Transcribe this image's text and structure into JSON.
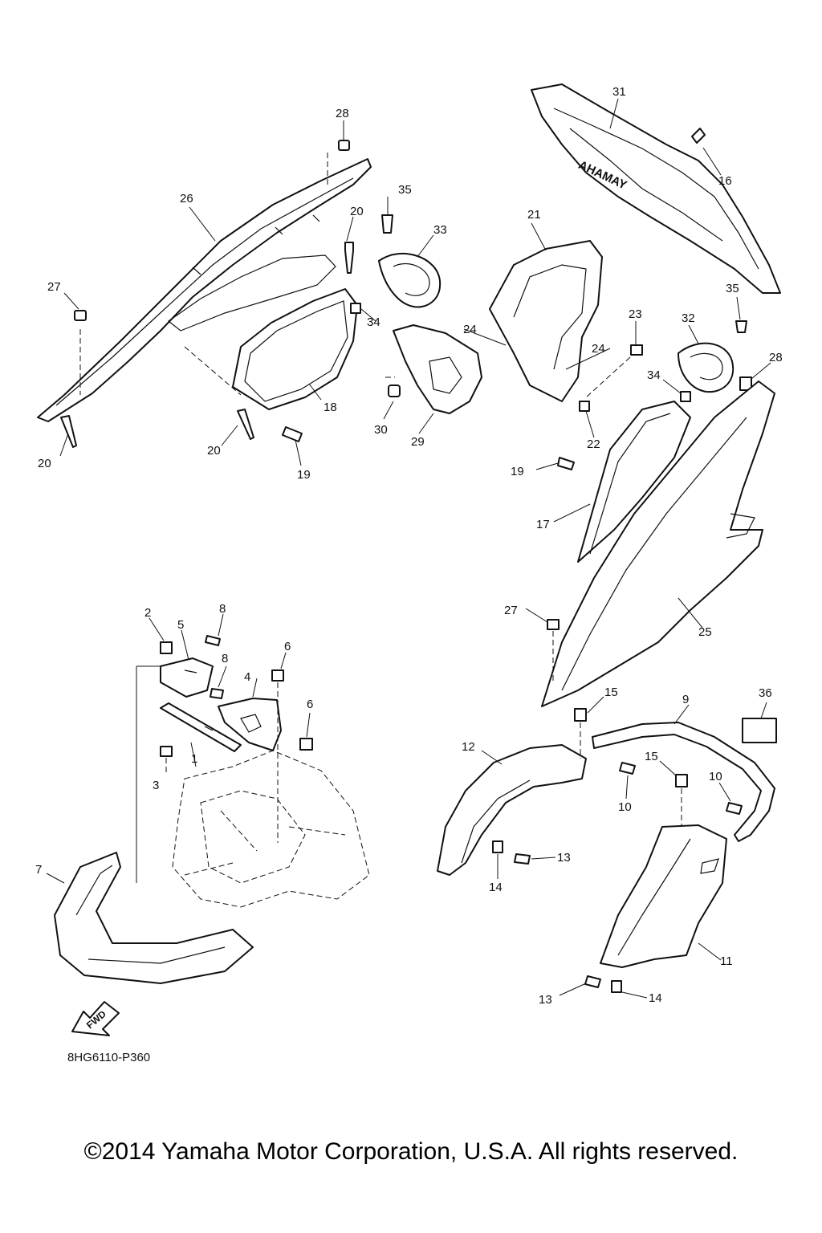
{
  "diagram": {
    "code": "8HG6110-P360",
    "direction_label": "FWD",
    "emblem_text": "YAMAHA",
    "callouts": [
      "1",
      "2",
      "3",
      "4",
      "5",
      "6",
      "7",
      "8",
      "9",
      "10",
      "11",
      "12",
      "13",
      "14",
      "15",
      "16",
      "17",
      "18",
      "19",
      "20",
      "21",
      "22",
      "23",
      "24",
      "25",
      "26",
      "27",
      "28",
      "29",
      "30",
      "31",
      "32",
      "33",
      "34",
      "35",
      "36"
    ]
  },
  "footer": {
    "copyright": "©2014 Yamaha Motor Corporation, U.S.A. All rights reserved."
  }
}
